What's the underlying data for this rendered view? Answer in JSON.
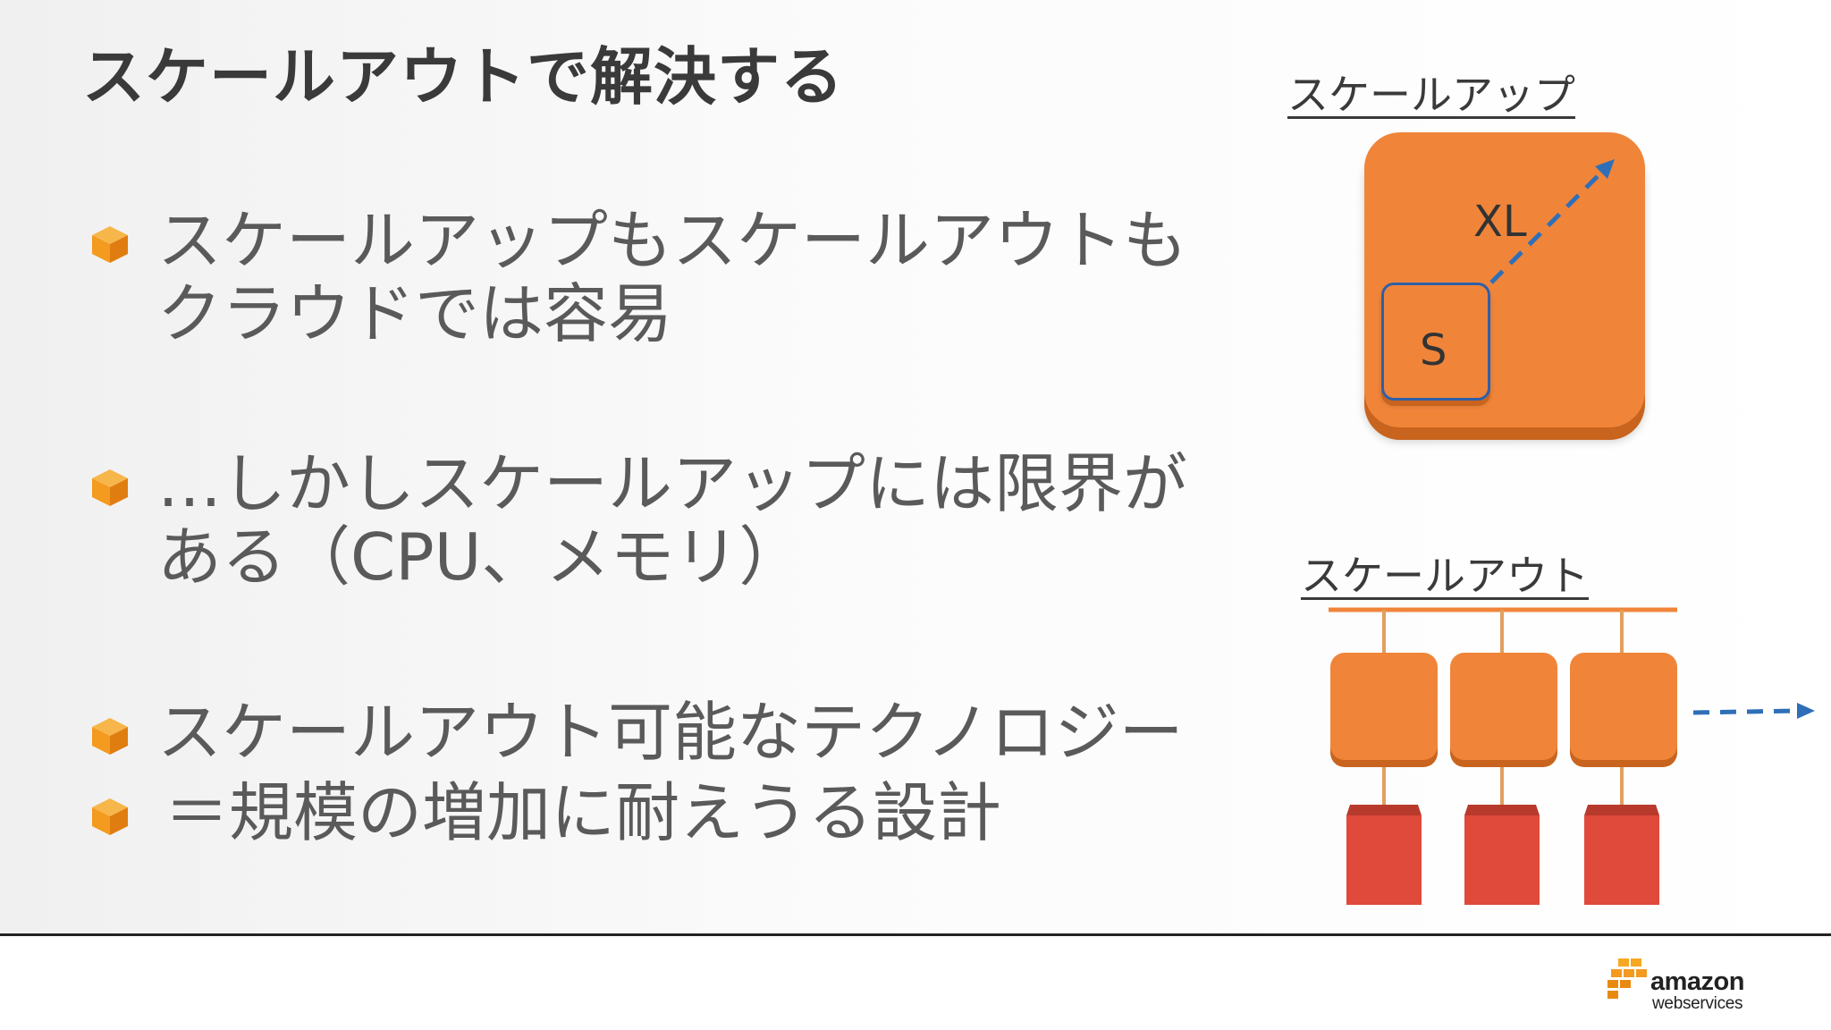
{
  "slide": {
    "title": "スケールアウトで解決する",
    "bullets": [
      {
        "lines": [
          "スケールアップもスケールアウトも",
          "クラウドでは容易"
        ]
      },
      {
        "lines": [
          "…しかしスケールアップには限界が",
          "ある（CPU、メモリ）"
        ]
      },
      {
        "lines": [
          "スケールアウト可能なテクノロジー"
        ]
      },
      {
        "lines": [
          "＝規模の増加に耐えうる設計"
        ]
      }
    ]
  },
  "diagram": {
    "scale_up_label": "スケールアップ",
    "xl_label": "XL",
    "s_label": "S",
    "scale_out_label": "スケールアウト"
  },
  "footer": {
    "logo_amazon": "amazon",
    "logo_webservices": "webservices"
  },
  "colors": {
    "orange": "#f0853a",
    "orange_dark": "#c8641e",
    "red": "#df4a3a",
    "arrow_blue": "#2f6fb8",
    "bullet_icon": "#f5a623"
  },
  "icons": [
    "cube-bullet-icon",
    "scale-arrow-icon",
    "aws-logo-icon"
  ]
}
